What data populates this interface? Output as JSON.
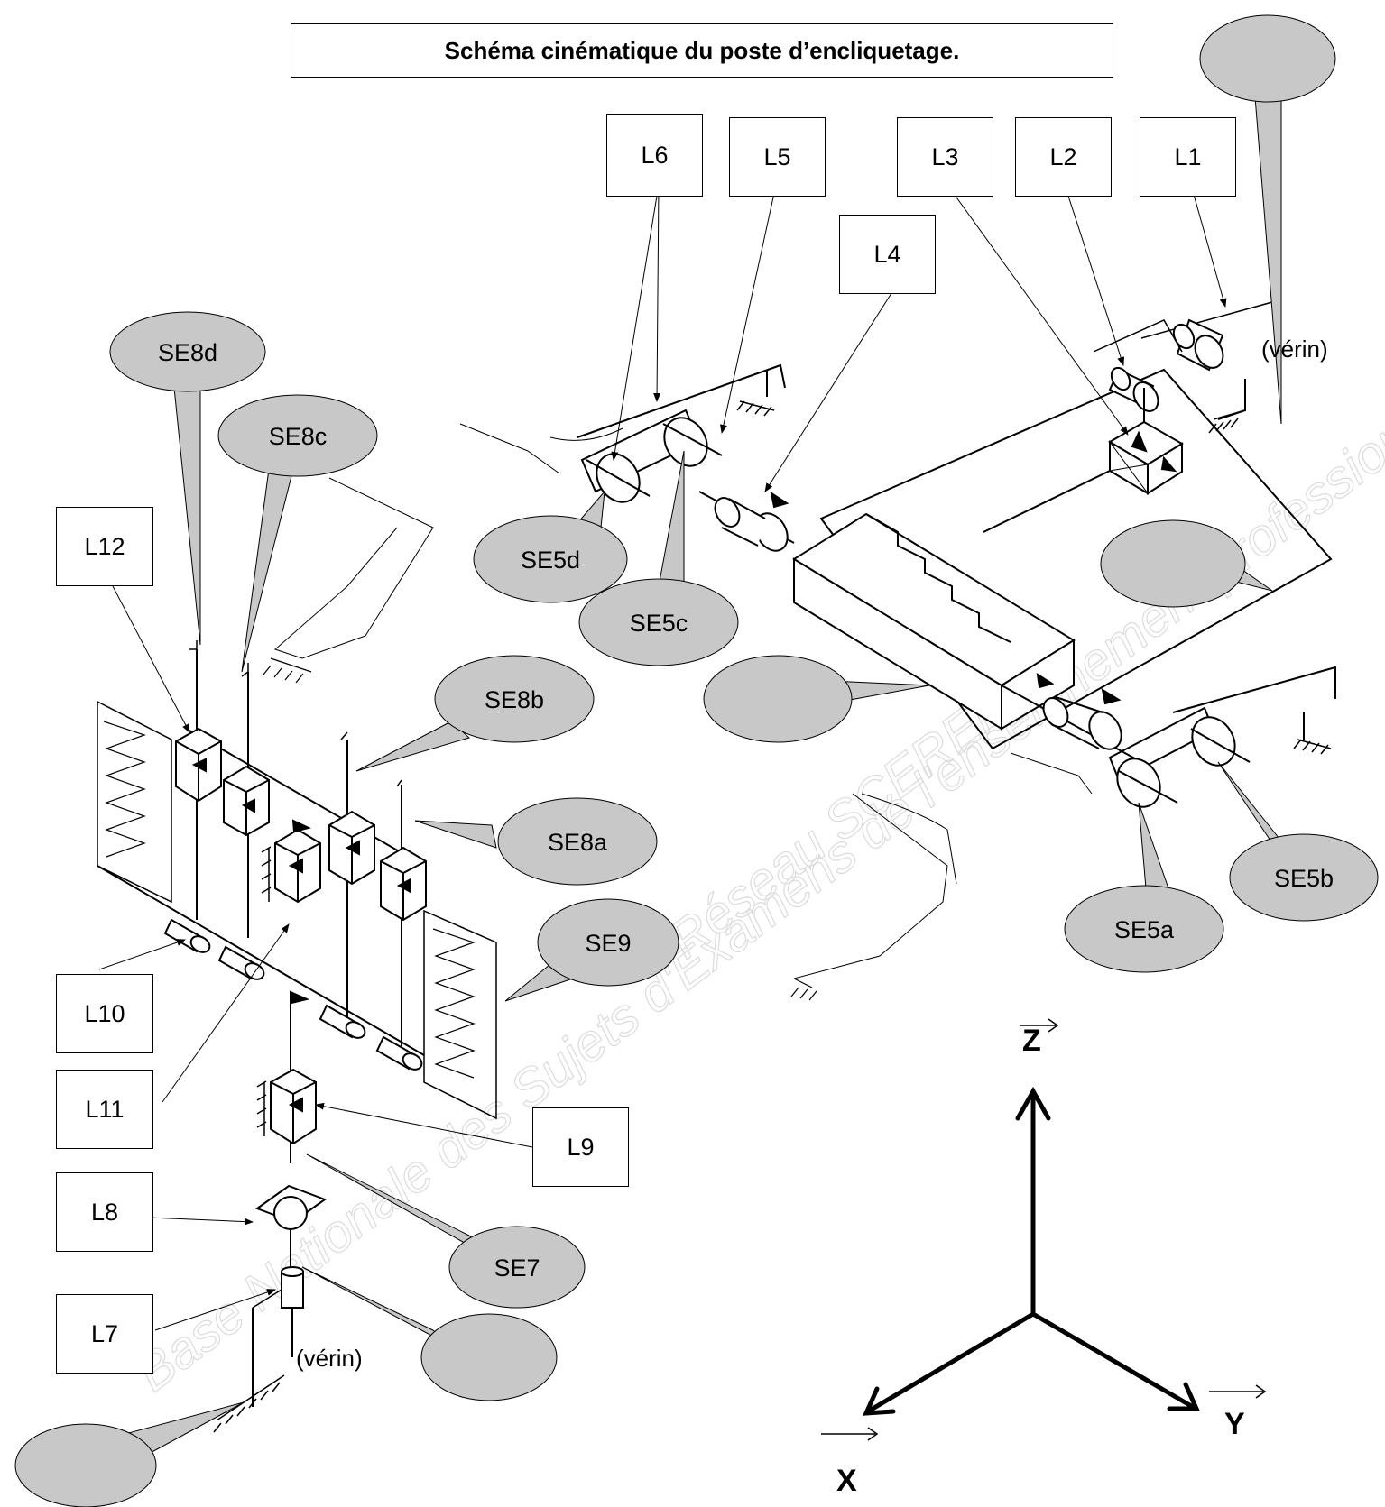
{
  "title": "Schéma cinématique du poste d’encliquetage.",
  "links": {
    "L1": "L1",
    "L2": "L2",
    "L3": "L3",
    "L4": "L4",
    "L5": "L5",
    "L6": "L6",
    "L7": "L7",
    "L8": "L8",
    "L9": "L9",
    "L10": "L10",
    "L11": "L11",
    "L12": "L12"
  },
  "subassemblies": {
    "SE5a": "SE5a",
    "SE5b": "SE5b",
    "SE5c": "SE5c",
    "SE5d": "SE5d",
    "SE7": "SE7",
    "SE8a": "SE8a",
    "SE8b": "SE8b",
    "SE8c": "SE8c",
    "SE8d": "SE8d",
    "SE9": "SE9"
  },
  "empty_bubbles": 5,
  "notes": {
    "verin_top": "(vérin)",
    "verin_bottom": "(vérin)"
  },
  "axes": {
    "z": "Z",
    "x": "X",
    "y": "Y"
  },
  "watermark": [
    "Base Nationale des Sujets d'Examens de l'enseignement professionnel",
    "Réseau SCEREN"
  ],
  "colors": {
    "bubble_fill": "#c8c8c8",
    "line": "#000000",
    "watermark": "#d8d8d8"
  }
}
